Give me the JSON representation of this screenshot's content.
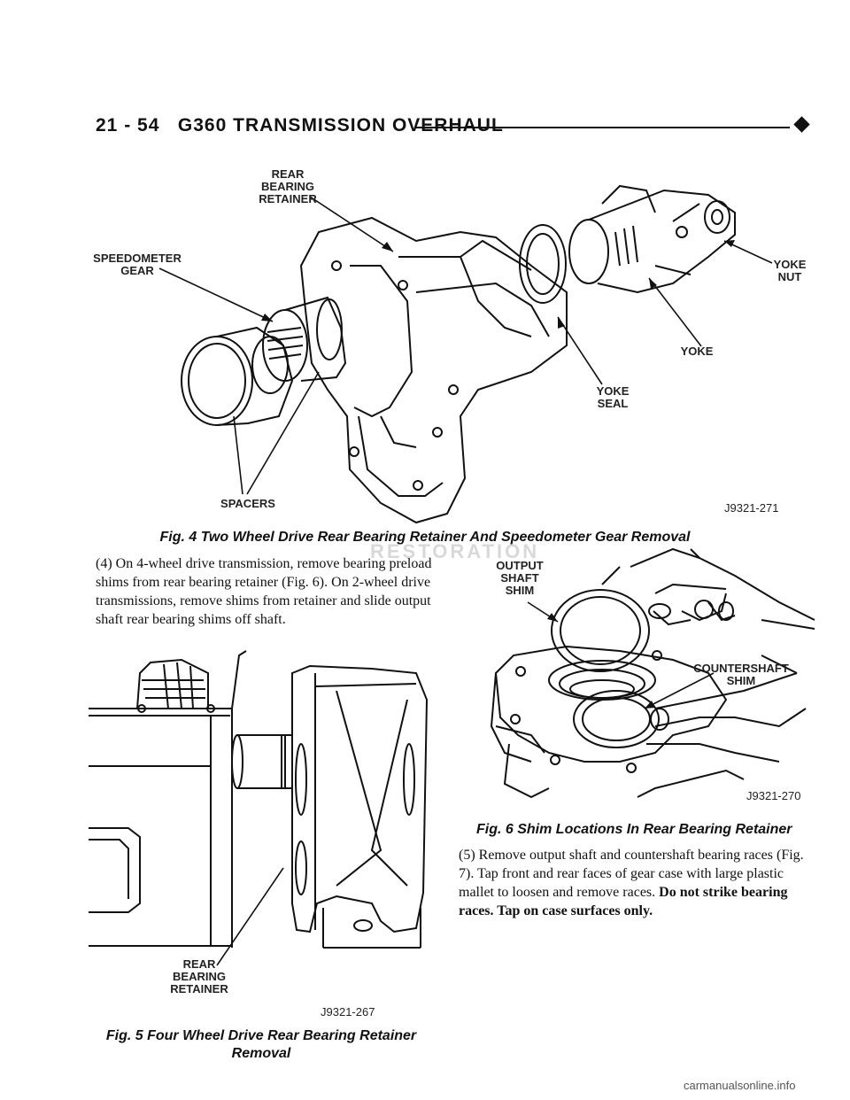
{
  "header": {
    "page_number": "21 - 54",
    "title": "G360 TRANSMISSION OVERHAUL"
  },
  "fig4": {
    "labels": {
      "rear_bearing_retainer": "REAR\nBEARING\nRETAINER",
      "speedometer_gear": "SPEEDOMETER\nGEAR",
      "yoke_nut": "YOKE\nNUT",
      "yoke": "YOKE",
      "yoke_seal": "YOKE\nSEAL",
      "spacers": "SPACERS"
    },
    "code": "J9321-271",
    "caption": "Fig. 4 Two Wheel Drive Rear Bearing Retainer And Speedometer Gear Removal"
  },
  "step4": {
    "text": "(4) On 4-wheel drive transmission, remove bearing preload shims from rear bearing retainer (Fig. 6). On 2-wheel drive transmissions, remove shims from retainer and slide output shaft rear bearing shims off shaft."
  },
  "fig5": {
    "labels": {
      "rear_bearing_retainer": "REAR\nBEARING\nRETAINER"
    },
    "code": "J9321-267",
    "caption": "Fig. 5 Four Wheel Drive Rear Bearing Retainer Removal"
  },
  "fig6": {
    "labels": {
      "output_shaft_shim": "OUTPUT\nSHAFT\nSHIM",
      "countershaft_shim": "COUNTERSHAFT\nSHIM"
    },
    "code": "J9321-270",
    "caption": "Fig. 6 Shim Locations In Rear Bearing Retainer"
  },
  "step5": {
    "text": "(5) Remove output shaft and countershaft bearing races (Fig. 7). Tap front and rear faces of gear case with large plastic mallet to loosen and remove races.",
    "warning": "Do not strike bearing races. Tap on case surfaces only."
  },
  "watermark": "RESTORATION",
  "footer": "carmanualsonline.info"
}
